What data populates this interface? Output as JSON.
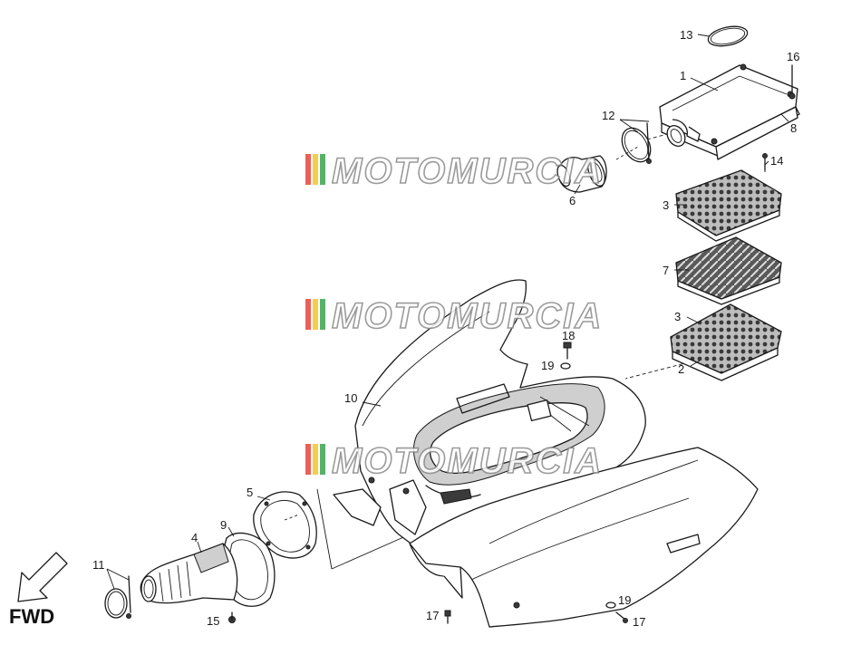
{
  "diagram": {
    "forward_label": "FWD",
    "watermark": "MOTOMURCIA",
    "watermark_stripe_colors": [
      "#e23a2e",
      "#f2c21b",
      "#2f9e44"
    ],
    "callouts": {
      "c1": "1",
      "c2": "2",
      "c3a": "3",
      "c3b": "3",
      "c4": "4",
      "c5": "5",
      "c6": "6",
      "c7": "7",
      "c8": "8",
      "c9": "9",
      "c10": "10",
      "c11": "11",
      "c12": "12",
      "c13": "13",
      "c14": "14",
      "c15": "15",
      "c16": "16",
      "c17a": "17",
      "c17b": "17",
      "c18": "18",
      "c19a": "19",
      "c19b": "19"
    }
  }
}
